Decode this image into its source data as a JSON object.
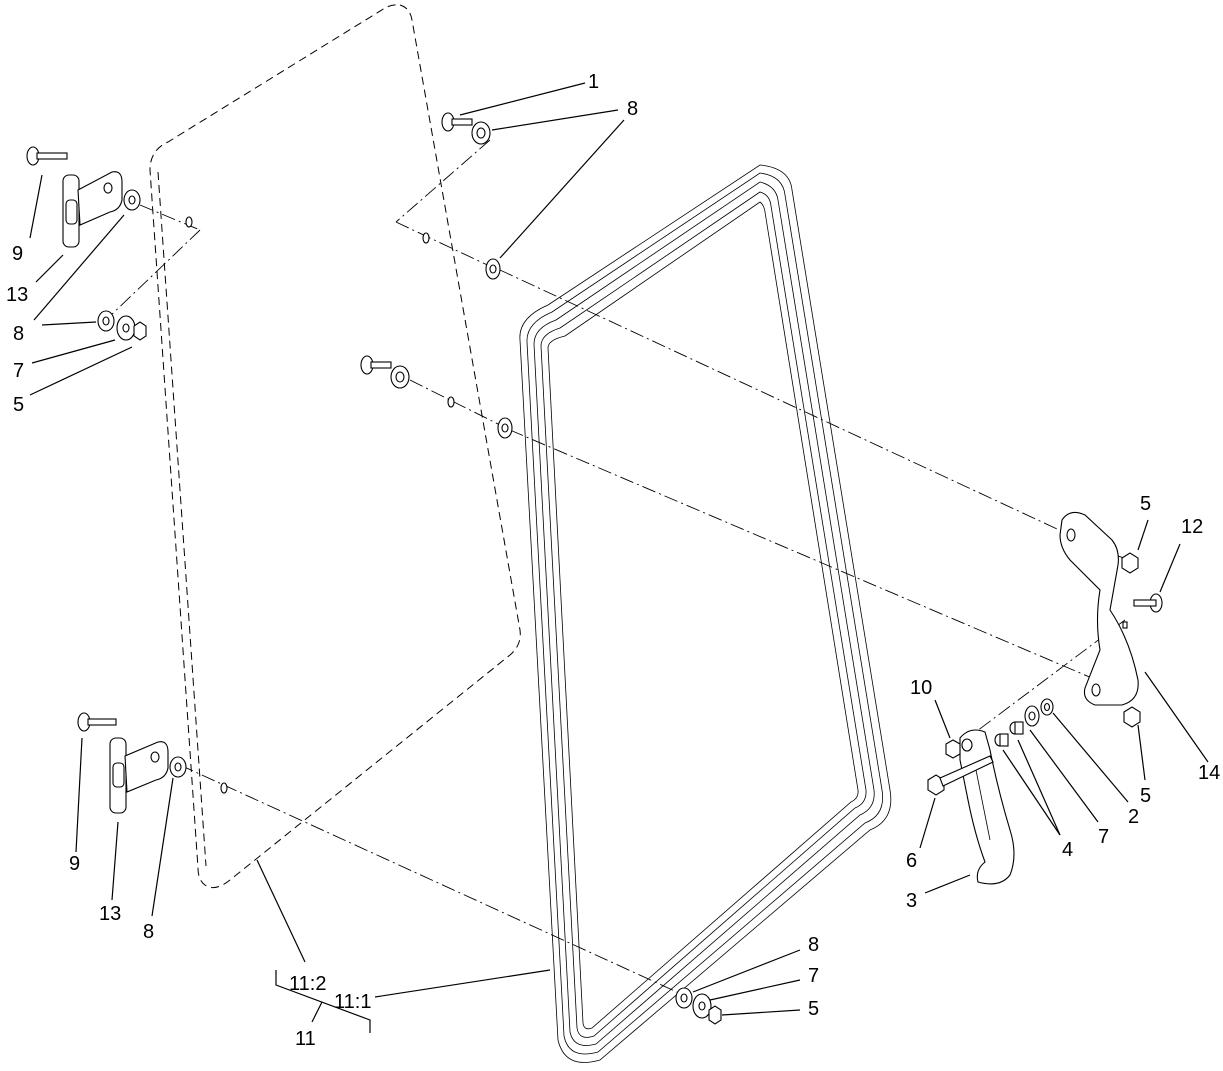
{
  "callouts": {
    "c1": "1",
    "c8_top": "8",
    "c9_upper": "9",
    "c13_upper": "13",
    "c8_left": "8",
    "c7_left": "7",
    "c5_left": "5",
    "c5_bracket_top": "5",
    "c12": "12",
    "c10": "10",
    "c14": "14",
    "c5_bracket_bottom": "5",
    "c2": "2",
    "c7_latch": "7",
    "c4": "4",
    "c6": "6",
    "c3": "3",
    "c9_lower": "9",
    "c13_lower": "13",
    "c8_lower_hinge": "8",
    "c8_bottom": "8",
    "c7_bottom": "7",
    "c5_bottom": "5",
    "c11_2": "11:2",
    "c11_1": "11:1",
    "c11": "11"
  }
}
